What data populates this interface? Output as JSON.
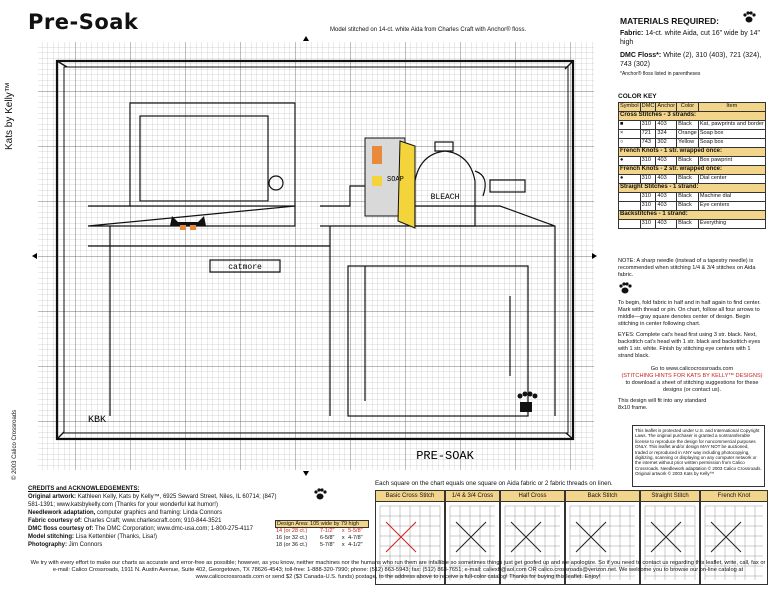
{
  "page": {
    "title": "Pre-Soak",
    "side_credit": "Kats by Kelly™",
    "side_copyright": "© 2003 Calico Crossroads",
    "model_note": "Model stitched on 14-ct. white Aida from Charles Craft with Anchor® floss.",
    "chart_caption": "Each square on the chart equals one square on Aida fabric or 2 fabric threads on linen."
  },
  "chart": {
    "washer_label": "catmore",
    "bleach_label": "BLEACH",
    "soap_label": "SOAP",
    "initials": "KBK",
    "bottom_text": "PRE-SOAK"
  },
  "materials": {
    "heading": "MATERIALS REQUIRED:",
    "fabric_label": "Fabric:",
    "fabric_value": "14-ct. white Aida, cut 16\" wide by 14\" high",
    "dmc_label": "DMC Floss*:",
    "dmc_value": "White (2), 310 (403), 721 (324), 743 (302)",
    "anchor_note": "*Anchor® floss listed in parentheses"
  },
  "color_key": {
    "title": "COLOR KEY",
    "headers": [
      "Symbol",
      "DMC",
      "Anchor",
      "Color",
      "Item"
    ],
    "sections": [
      {
        "label": "Cross Stitches - 3 strands:",
        "rows": [
          [
            "■",
            "310",
            "403",
            "Black",
            "Kat, pawprints and border"
          ],
          [
            "×",
            "721",
            "324",
            "Orange",
            "Soap box"
          ],
          [
            "○",
            "743",
            "302",
            "Yellow",
            "Soap box"
          ]
        ]
      },
      {
        "label": "French Knots - 1 str. wrapped once:",
        "rows": [
          [
            "●",
            "310",
            "403",
            "Black",
            "Box pawprint"
          ]
        ]
      },
      {
        "label": "French Knots - 2 str. wrapped once:",
        "rows": [
          [
            "●",
            "310",
            "403",
            "Black",
            "Dial center"
          ]
        ]
      },
      {
        "label": "Straight Stitches - 1 strand:",
        "rows": [
          [
            "",
            "310",
            "403",
            "Black",
            "Machine dial"
          ],
          [
            "",
            "310",
            "403",
            "Black",
            "Eye centers"
          ]
        ]
      },
      {
        "label": "Backstitches - 1 strand:",
        "rows": [
          [
            "",
            "310",
            "403",
            "Black",
            "Everything"
          ]
        ]
      }
    ]
  },
  "notes": {
    "sharp_needle": "NOTE: A sharp needle (instead of a tapestry needle) is recommended when stitching 1/4 & 3/4 stitches on Aida fabric.",
    "begin": "To begin, fold fabric in half and in half again to find center. Mark with thread or pin. On chart, follow all four arrows to middle—gray square denotes center of design. Begin stitching in center following chart.",
    "eyes": "EYES: Complete cat's head first using 3 str. black. Next, backstitch cat's head with 1 str. black and backstitch eyes with 1 str. white. Finish by stitching eye centers with 1 strand black.",
    "website_1": "Go to www.calicocrossroads.com",
    "website_2": "(STITCHING HINTS FOR KATS BY KELLY™ DESIGNS)",
    "website_3": "to download a sheet of stitching suggestions for these designs (or contact us).",
    "frame": "This design will fit into any standard 8x10 frame.",
    "legal": "This leaflet is protected under U.S. and International Copyright Laws. The original purchaser is granted a nontransferable license to reproduce the design for noncommercial purposes ONLY. This leaflet and/or design MAY NOT be auctioned, traded or reproduced in ANY way including photocopying, digitizing, scanning or displaying on any computer network or the internet without prior written permission from Calico Crossroads. Needlework adaptation © 2003 Calico Crossroads. Original artwork © 2003 Kats by Kelly™"
  },
  "credits": {
    "heading": "CREDITS and ACKNOWLEDGEMENTS:",
    "lines": [
      {
        "label": "Original artwork:",
        "text": "Kathleen Kelly, Kats by Kelly™, 6925 Seward Street, Niles, IL 60714; (847) 581-1391; www.katsbykelly.com (Thanks for your wonderful kat humor!)"
      },
      {
        "label": "Needlework adaptation,",
        "text": "computer graphics and framing: Linda Connors"
      },
      {
        "label": "Fabric courtesy of:",
        "text": "Charles Craft; www.charlescraft.com; 910-844-3521"
      },
      {
        "label": "DMC floss courtesy of:",
        "text": "The DMC Corporation; www.dmc-usa.com; 1-800-275-4117"
      },
      {
        "label": "Model stitching:",
        "text": "Lisa Kettenbier (Thanks, Lisa!)"
      },
      {
        "label": "Photography:",
        "text": "Jim Connors"
      }
    ]
  },
  "design_area": {
    "label": "Design Area: 105 wide by 79 high",
    "rows": [
      [
        "14 (or 28 ct.)",
        "7-1/2\"",
        "x",
        "5-5/8\""
      ],
      [
        "16 (or 32 ct.)",
        "6-5/8\"",
        "x",
        "4-7/8\""
      ],
      [
        "18 (or 36 ct.)",
        "5-7/8\"",
        "x",
        "4-1/2\""
      ]
    ]
  },
  "stitch_guide": [
    "Basic Cross Stitch",
    "1/4 & 3/4 Cross",
    "Half Cross",
    "Back Stitch",
    "Straight Stitch",
    "French Knot"
  ],
  "footer": {
    "text": "We try with every effort to make our charts as accurate and error-free as possible; however, as you know, neither machines nor the humans who run them are infallible so sometimes things just get goofed up and we apologize. So if you need to contact us regarding this leaflet, write, call, fax or e-mail: Calico Crossroads, 1911 N. Austin Avenue, Suite 402, Georgetown, TX 78626-4543; toll-free: 1-888-320-7990; phone: (512) 863-5943; fax: (512) 863-7651; e-mail: caliexb@aol.com OR calico.crossroads@verizon.net. We welcome you to browse our on-line catalog at www.calicocrossroads.com or send $2 ($3 Canada-U.S. funds) postage, to the address above to receive a full-color catalog! Thanks for buying this leaflet. Enjoy!"
  },
  "colors": {
    "key_header": "#f2d58a",
    "orange": "#e8893b",
    "yellow": "#f3d43a",
    "red": "#c8231f"
  },
  "icons": [
    "paw-print-icon",
    "cat-icon"
  ]
}
